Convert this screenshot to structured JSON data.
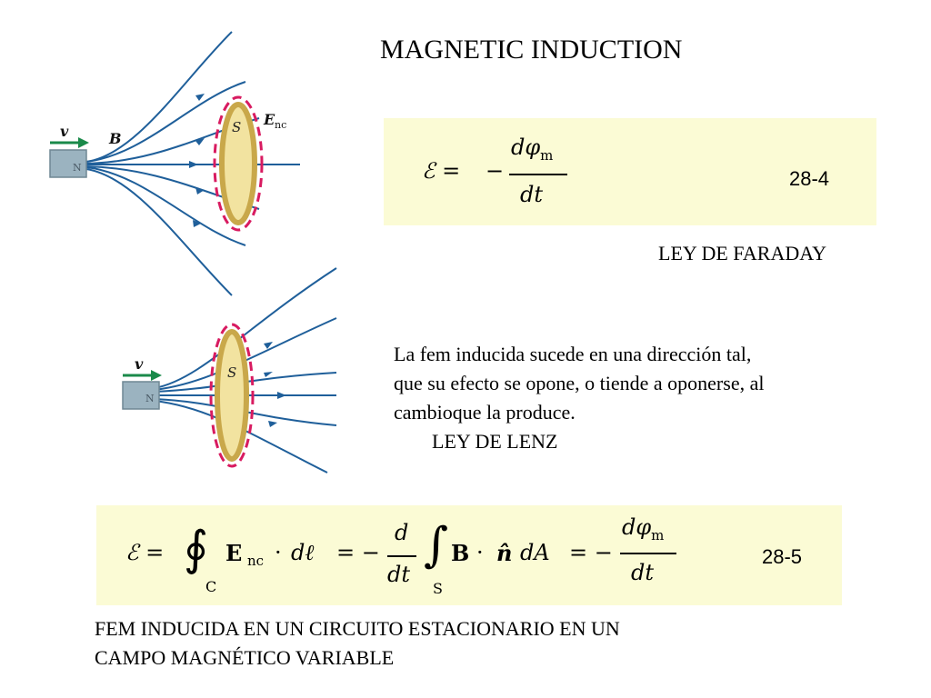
{
  "title": "MAGNETIC INDUCTION",
  "faraday": {
    "caption": "LEY DE FARADAY",
    "eq_lhs": "ℰ =",
    "minus": "−",
    "numerator_d": "dφ",
    "numerator_sub": "m",
    "denominator": "dt",
    "eq_number": "28-4"
  },
  "lenz": {
    "lines": [
      "La fem inducida sucede en una dirección tal,",
      "que su efecto se opone, o tiende a oponerse, al",
      "cambioque la produce."
    ],
    "label": "LEY DE LENZ"
  },
  "integral_eq": {
    "lhs": "ℰ =",
    "contour_sub": "C",
    "E_vec": "E",
    "E_sub": "nc",
    "dot1": "·",
    "dl": "dℓ",
    "eq_minus": "= −",
    "frac_num": "d",
    "frac_den": "dt",
    "surface_sub": "S",
    "B_vec": "B",
    "dot2": "·",
    "n_hat": "n̂",
    "dA": "dA",
    "eq_minus2": "= −",
    "num2": "dφ",
    "num2_sub": "m",
    "den2": "dt",
    "eq_number": "28-5"
  },
  "figure": {
    "top": {
      "v_label": "v",
      "B_label": "B",
      "S_label": "S",
      "E_label": "E",
      "E_sub": "nc",
      "magnet_label": "N"
    },
    "bottom": {
      "v_label": "v",
      "S_label": "S",
      "magnet_label": "N"
    },
    "field_color": "#1f5f9a",
    "arrow_color": "#d81b60",
    "velocity_color": "#1a8a4a",
    "ring_color": "#c9a84a"
  },
  "bottom_caption": [
    "FEM INDUCIDA EN UN CIRCUITO ESTACIONARIO EN UN",
    "CAMPO MAGNÉTICO VARIABLE"
  ]
}
